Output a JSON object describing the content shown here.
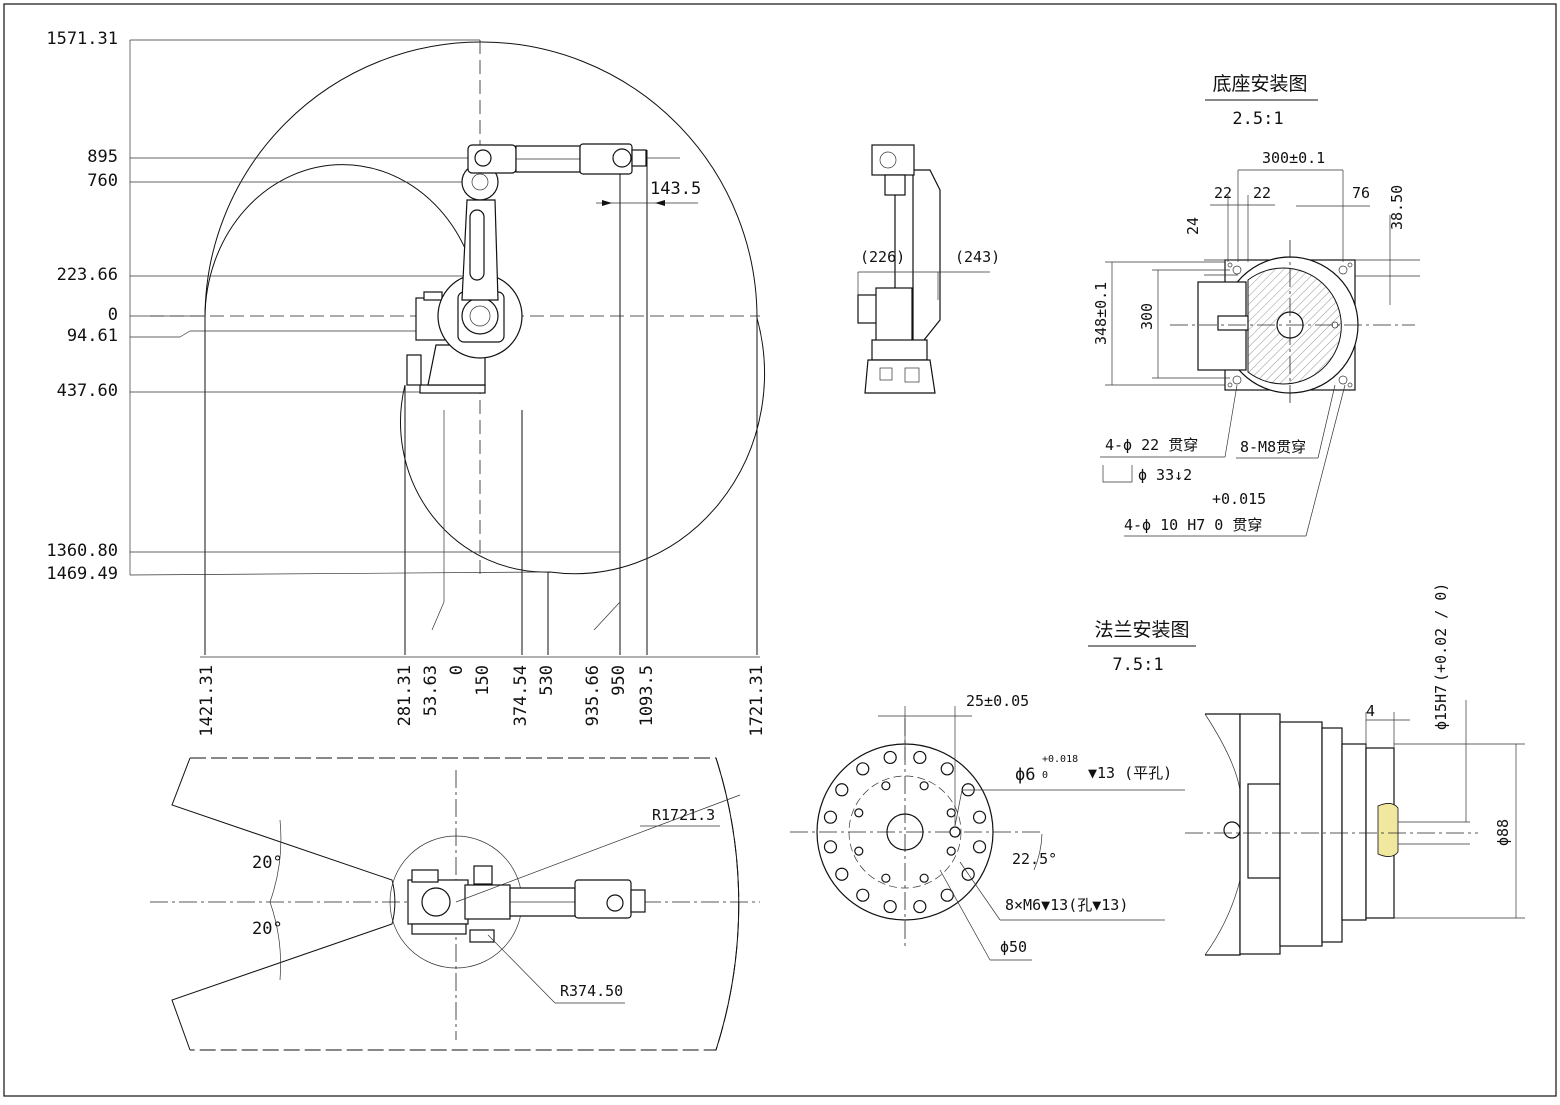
{
  "drawing": {
    "main_view": {
      "left_labels": [
        "1571.31",
        "895",
        "760",
        "223.66",
        "0",
        "94.61",
        "437.60",
        "1360.80",
        "1469.49"
      ],
      "bottom_labels": [
        "1421.31",
        "281.31",
        "53.63",
        "0",
        "150",
        "374.54",
        "530",
        "935.66",
        "950",
        "1093.5",
        "1721.31"
      ],
      "dim_143": "143.5"
    },
    "side_view": {
      "dim_left": "(226)",
      "dim_right": "(243)"
    },
    "base_view": {
      "title": "底座安装图",
      "scale": "2.5:1",
      "dim_300_top": "300±0.1",
      "dim_22a": "22",
      "dim_22b": "22",
      "dim_76": "76",
      "dim_38_50": "38.50",
      "dim_24": "24",
      "dim_348": "348±0.1",
      "dim_300_side": "300",
      "note_holes": "4-ϕ 22 贯穿",
      "note_counterbore": "ϕ 33↓2",
      "note_m8": "8-M8贯穿",
      "note_tol": "+0.015",
      "note_pins": "4-ϕ 10 H7  0    贯穿"
    },
    "flange_view": {
      "title": "法兰安装图",
      "scale": "7.5:1",
      "dim_25": "25±0.05",
      "note_pin": "ϕ6",
      "note_pin_tol_upper": "+0.018",
      "note_pin_tol_lower": "0",
      "note_pin_rest": "▼13 (平孔)",
      "dim_angle": "22.5°",
      "note_threads": "8×M6▼13(孔▼13)",
      "dim_phi50": "ϕ50"
    },
    "flange_side_view": {
      "dim_4": "4",
      "dim_phi15": "ϕ15H7",
      "dim_phi15_tol": "(+0.02 / 0)",
      "dim_phi88": "ϕ88"
    },
    "top_view": {
      "dim_r1721": "R1721.3",
      "dim_r374": "R374.50",
      "angle_top": "20°",
      "angle_bottom": "20°"
    }
  }
}
